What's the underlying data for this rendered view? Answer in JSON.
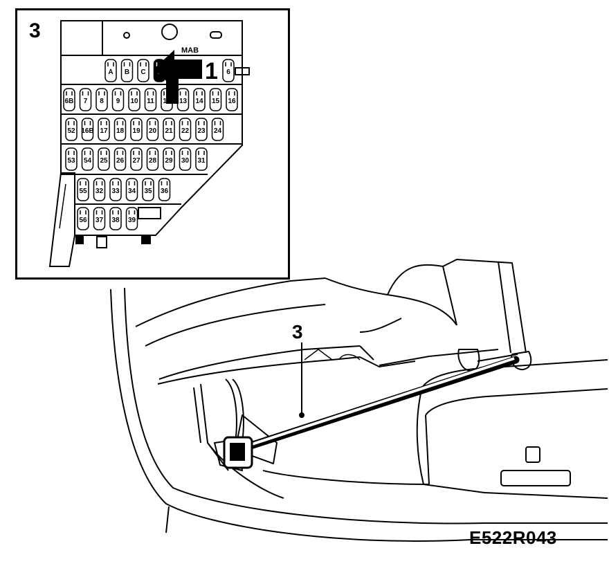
{
  "inset": {
    "number": "3",
    "arrow_callout": "1",
    "brand_mark": "MAB",
    "fuse_rows": [
      [
        "A",
        "B",
        "C",
        "1",
        "6"
      ],
      [
        "6B",
        "7",
        "8",
        "9",
        "10",
        "11",
        "12",
        "13",
        "14",
        "15",
        "16"
      ],
      [
        "52",
        "16B",
        "17",
        "18",
        "19",
        "20",
        "21",
        "22",
        "23",
        "24"
      ],
      [
        "53",
        "54",
        "25",
        "26",
        "27",
        "28",
        "29",
        "30",
        "31"
      ],
      [
        "55",
        "32",
        "33",
        "34",
        "35",
        "36"
      ],
      [
        "56",
        "37",
        "38",
        "39"
      ]
    ]
  },
  "main": {
    "tool_callout": "3"
  },
  "figure_code": "E522R043"
}
